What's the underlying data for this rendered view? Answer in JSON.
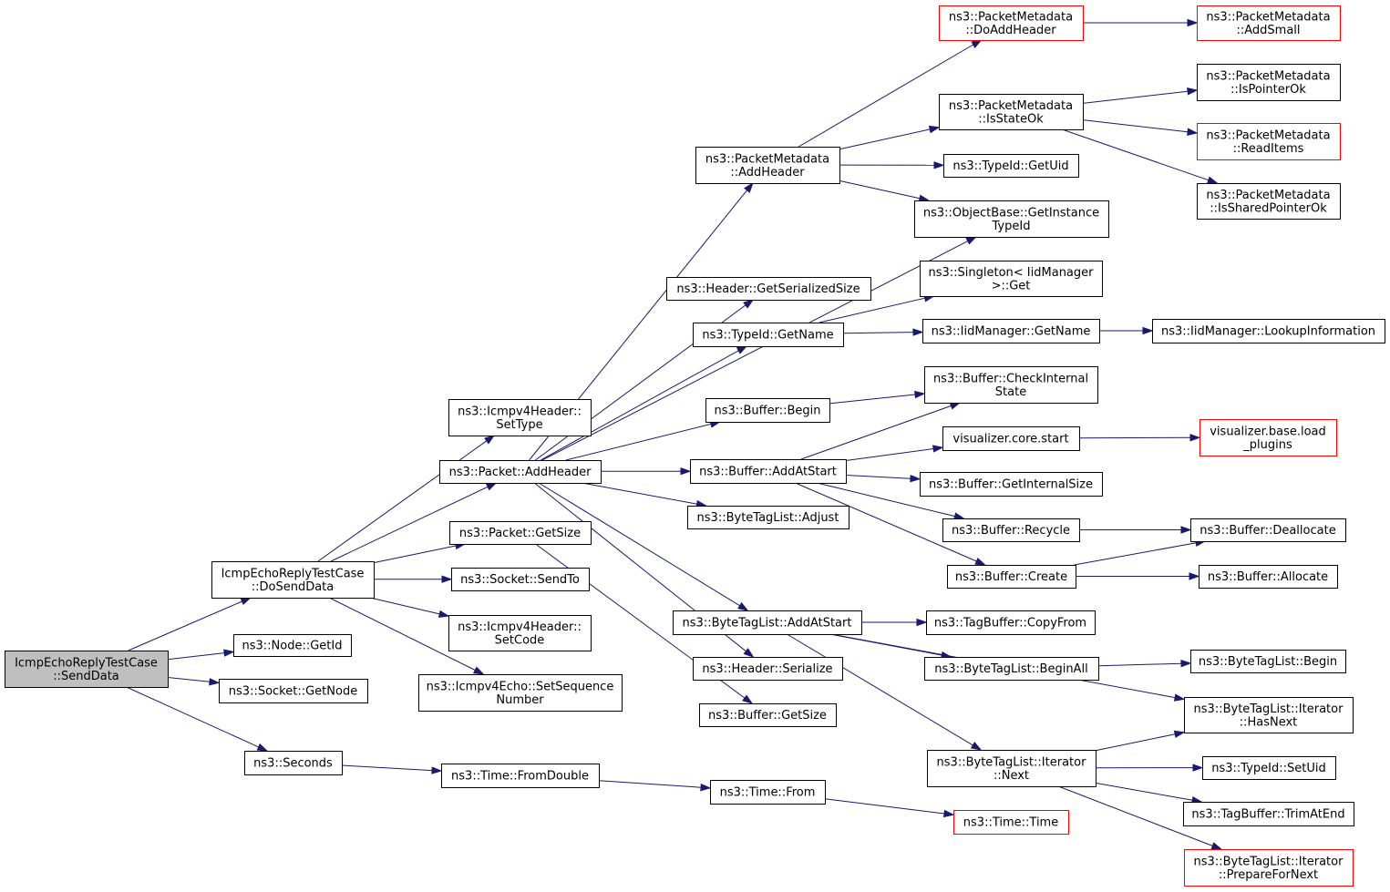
{
  "colors": {
    "edge": "#191970",
    "normal_border": "#000000",
    "truncated_border": "#ff0000",
    "root_fill": "#bfbfbf",
    "node_fill": "#ffffff"
  },
  "nodes": [
    {
      "id": "root",
      "lines": [
        "IcmpEchoReplyTestCase",
        "::SendData"
      ],
      "style": "root"
    },
    {
      "id": "dosend",
      "lines": [
        "IcmpEchoReplyTestCase",
        "::DoSendData"
      ]
    },
    {
      "id": "getid",
      "lines": [
        "ns3::Node::GetId"
      ]
    },
    {
      "id": "sock_getnode",
      "lines": [
        "ns3::Socket::GetNode"
      ]
    },
    {
      "id": "seconds",
      "lines": [
        "ns3::Seconds"
      ]
    },
    {
      "id": "icmp_settype",
      "lines": [
        "ns3::Icmpv4Header::",
        "SetType"
      ]
    },
    {
      "id": "pkt_addheader",
      "lines": [
        "ns3::Packet::AddHeader"
      ]
    },
    {
      "id": "pkt_getsize",
      "lines": [
        "ns3::Packet::GetSize"
      ]
    },
    {
      "id": "sock_sendto",
      "lines": [
        "ns3::Socket::SendTo"
      ]
    },
    {
      "id": "icmp_setcode",
      "lines": [
        "ns3::Icmpv4Header::",
        "SetCode"
      ]
    },
    {
      "id": "echo_setseq",
      "lines": [
        "ns3::Icmpv4Echo::SetSequence",
        "Number"
      ]
    },
    {
      "id": "time_fromdouble",
      "lines": [
        "ns3::Time::FromDouble"
      ]
    },
    {
      "id": "pm_addheader",
      "lines": [
        "ns3::PacketMetadata",
        "::AddHeader"
      ]
    },
    {
      "id": "hdr_getsersize",
      "lines": [
        "ns3::Header::GetSerializedSize"
      ]
    },
    {
      "id": "typeid_getname",
      "lines": [
        "ns3::TypeId::GetName"
      ]
    },
    {
      "id": "buf_begin",
      "lines": [
        "ns3::Buffer::Begin"
      ]
    },
    {
      "id": "buf_addatstart",
      "lines": [
        "ns3::Buffer::AddAtStart"
      ]
    },
    {
      "id": "btl_adjust",
      "lines": [
        "ns3::ByteTagList::Adjust"
      ]
    },
    {
      "id": "btl_addatstart",
      "lines": [
        "ns3::ByteTagList::AddAtStart"
      ]
    },
    {
      "id": "hdr_serialize",
      "lines": [
        "ns3::Header::Serialize"
      ]
    },
    {
      "id": "buf_getsize",
      "lines": [
        "ns3::Buffer::GetSize"
      ]
    },
    {
      "id": "time_from",
      "lines": [
        "ns3::Time::From"
      ]
    },
    {
      "id": "pm_doaddheader",
      "lines": [
        "ns3::PacketMetadata",
        "::DoAddHeader"
      ],
      "style": "truncated"
    },
    {
      "id": "pm_isstateok",
      "lines": [
        "ns3::PacketMetadata",
        "::IsStateOk"
      ]
    },
    {
      "id": "typeid_getuid",
      "lines": [
        "ns3::TypeId::GetUid"
      ]
    },
    {
      "id": "ob_getinst",
      "lines": [
        "ns3::ObjectBase::GetInstance",
        "TypeId"
      ]
    },
    {
      "id": "singleton_get",
      "lines": [
        "ns3::Singleton< IidManager",
        ">::Get"
      ]
    },
    {
      "id": "iid_getname",
      "lines": [
        "ns3::IidManager::GetName"
      ]
    },
    {
      "id": "buf_checkint",
      "lines": [
        "ns3::Buffer::CheckInternal",
        "State"
      ]
    },
    {
      "id": "viz_start",
      "lines": [
        "visualizer.core.start"
      ]
    },
    {
      "id": "buf_getintsize",
      "lines": [
        "ns3::Buffer::GetInternalSize"
      ]
    },
    {
      "id": "buf_recycle",
      "lines": [
        "ns3::Buffer::Recycle"
      ]
    },
    {
      "id": "buf_create",
      "lines": [
        "ns3::Buffer::Create"
      ]
    },
    {
      "id": "tb_copyfrom",
      "lines": [
        "ns3::TagBuffer::CopyFrom"
      ]
    },
    {
      "id": "btl_beginall",
      "lines": [
        "ns3::ByteTagList::BeginAll"
      ]
    },
    {
      "id": "btl_it_next",
      "lines": [
        "ns3::ByteTagList::Iterator",
        "::Next"
      ]
    },
    {
      "id": "time_time",
      "lines": [
        "ns3::Time::Time"
      ],
      "style": "truncated"
    },
    {
      "id": "pm_addsmall",
      "lines": [
        "ns3::PacketMetadata",
        "::AddSmall"
      ],
      "style": "truncated"
    },
    {
      "id": "pm_isptrok",
      "lines": [
        "ns3::PacketMetadata",
        "::IsPointerOk"
      ]
    },
    {
      "id": "pm_readitems",
      "lines": [
        "ns3::PacketMetadata",
        "::ReadItems"
      ],
      "style": "truncated"
    },
    {
      "id": "pm_issharedok",
      "lines": [
        "ns3::PacketMetadata",
        "::IsSharedPointerOk"
      ]
    },
    {
      "id": "iid_lookup",
      "lines": [
        "ns3::IidManager::LookupInformation"
      ]
    },
    {
      "id": "viz_loadplugins",
      "lines": [
        "visualizer.base.load",
        "_plugins"
      ],
      "style": "truncated"
    },
    {
      "id": "buf_dealloc",
      "lines": [
        "ns3::Buffer::Deallocate"
      ]
    },
    {
      "id": "buf_alloc",
      "lines": [
        "ns3::Buffer::Allocate"
      ]
    },
    {
      "id": "btl_begin",
      "lines": [
        "ns3::ByteTagList::Begin"
      ]
    },
    {
      "id": "btl_it_hasnext",
      "lines": [
        "ns3::ByteTagList::Iterator",
        "::HasNext"
      ]
    },
    {
      "id": "typeid_setuid",
      "lines": [
        "ns3::TypeId::SetUid"
      ]
    },
    {
      "id": "tb_trimatend",
      "lines": [
        "ns3::TagBuffer::TrimAtEnd"
      ]
    },
    {
      "id": "btl_it_prepnext",
      "lines": [
        "ns3::ByteTagList::Iterator",
        "::PrepareForNext"
      ],
      "style": "truncated"
    }
  ],
  "edges": [
    [
      "root",
      "dosend"
    ],
    [
      "root",
      "getid"
    ],
    [
      "root",
      "sock_getnode"
    ],
    [
      "root",
      "seconds"
    ],
    [
      "dosend",
      "icmp_settype"
    ],
    [
      "dosend",
      "pkt_addheader"
    ],
    [
      "dosend",
      "pkt_getsize"
    ],
    [
      "dosend",
      "sock_sendto"
    ],
    [
      "dosend",
      "icmp_setcode"
    ],
    [
      "dosend",
      "echo_setseq"
    ],
    [
      "seconds",
      "time_fromdouble"
    ],
    [
      "time_fromdouble",
      "time_from"
    ],
    [
      "time_from",
      "time_time"
    ],
    [
      "pkt_addheader",
      "pm_addheader"
    ],
    [
      "pkt_addheader",
      "ob_getinst"
    ],
    [
      "pkt_addheader",
      "hdr_getsersize"
    ],
    [
      "pkt_addheader",
      "typeid_getname"
    ],
    [
      "pkt_addheader",
      "buf_begin"
    ],
    [
      "pkt_addheader",
      "buf_addatstart"
    ],
    [
      "pkt_addheader",
      "btl_adjust"
    ],
    [
      "pkt_addheader",
      "btl_addatstart"
    ],
    [
      "pkt_addheader",
      "hdr_serialize"
    ],
    [
      "pkt_getsize",
      "buf_getsize"
    ],
    [
      "pm_addheader",
      "pm_doaddheader"
    ],
    [
      "pm_addheader",
      "pm_isstateok"
    ],
    [
      "pm_addheader",
      "typeid_getuid"
    ],
    [
      "pm_addheader",
      "ob_getinst"
    ],
    [
      "pm_doaddheader",
      "pm_addsmall"
    ],
    [
      "pm_isstateok",
      "pm_isptrok"
    ],
    [
      "pm_isstateok",
      "pm_readitems"
    ],
    [
      "pm_isstateok",
      "pm_issharedok"
    ],
    [
      "typeid_getname",
      "singleton_get"
    ],
    [
      "typeid_getname",
      "iid_getname"
    ],
    [
      "iid_getname",
      "iid_lookup"
    ],
    [
      "buf_begin",
      "buf_checkint"
    ],
    [
      "buf_addatstart",
      "buf_checkint"
    ],
    [
      "buf_addatstart",
      "viz_start"
    ],
    [
      "buf_addatstart",
      "buf_getintsize"
    ],
    [
      "buf_addatstart",
      "buf_recycle"
    ],
    [
      "buf_addatstart",
      "buf_create"
    ],
    [
      "viz_start",
      "viz_loadplugins"
    ],
    [
      "buf_recycle",
      "buf_dealloc"
    ],
    [
      "buf_create",
      "buf_dealloc"
    ],
    [
      "buf_create",
      "buf_alloc"
    ],
    [
      "btl_addatstart",
      "tb_copyfrom"
    ],
    [
      "btl_addatstart",
      "btl_beginall"
    ],
    [
      "btl_addatstart",
      "btl_it_hasnext"
    ],
    [
      "btl_addatstart",
      "btl_it_next"
    ],
    [
      "btl_beginall",
      "btl_begin"
    ],
    [
      "btl_it_next",
      "btl_it_hasnext"
    ],
    [
      "btl_it_next",
      "typeid_setuid"
    ],
    [
      "btl_it_next",
      "tb_trimatend"
    ],
    [
      "btl_it_next",
      "btl_it_prepnext"
    ]
  ]
}
